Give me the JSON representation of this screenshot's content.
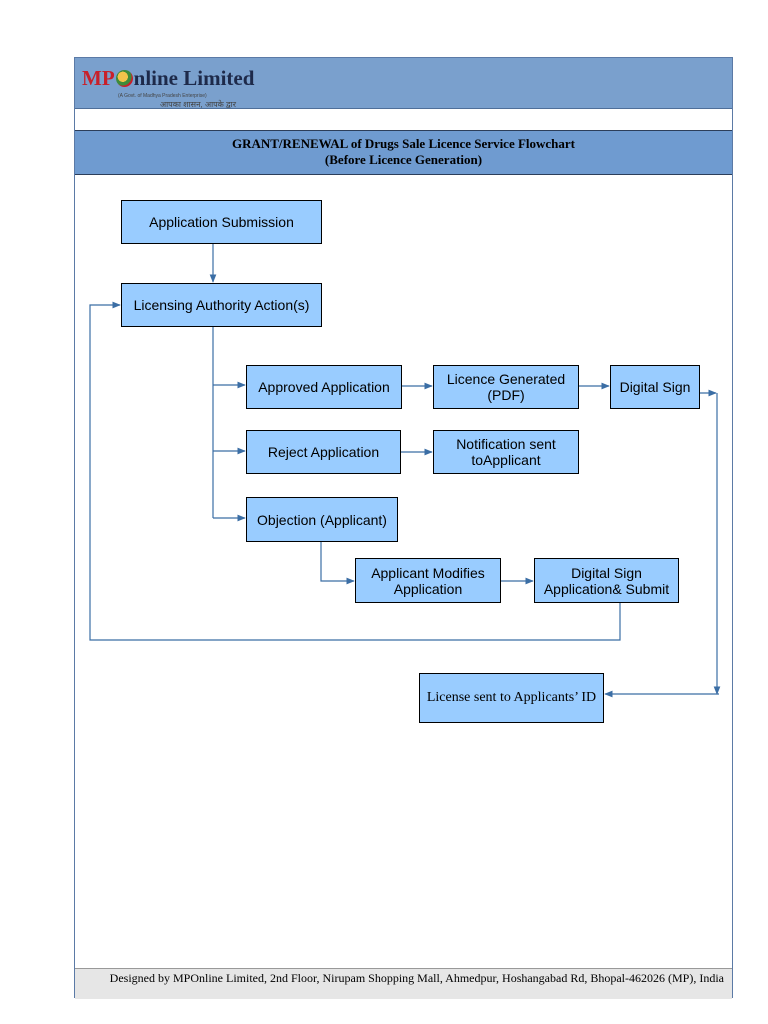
{
  "header": {
    "logo": {
      "mp": "MP",
      "rest": "nline Limited",
      "tagline_small": "(A Govt. of Madhya Pradesh Enterprise)",
      "tagline_hindi": "आपका शासन, आपके द्वार"
    }
  },
  "title": {
    "line1": "GRANT/RENEWAL of Drugs Sale Licence Service Flowchart",
    "line2": "(Before Licence Generation)"
  },
  "nodes": {
    "application_submission": "Application Submission",
    "licensing_authority": "Licensing Authority Action(s)",
    "approved_application": "Approved Application",
    "licence_generated": "Licence Generated (PDF)",
    "digital_sign": "Digital Sign",
    "reject_application": "Reject Application",
    "notification_sent": "Notification sent toApplicant",
    "objection": "Objection (Applicant)",
    "applicant_modifies": "Applicant Modifies Application",
    "digital_sign_submit": "Digital Sign Application& Submit",
    "license_sent": "License sent to Applicants’ ID"
  },
  "footer": {
    "text": "Designed by MPOnline Limited, 2nd Floor, Nirupam Shopping Mall, Ahmedpur, Hoshangabad Rd, Bhopal-462026 (MP), India"
  },
  "colors": {
    "header_band": "#7aa0cd",
    "title_band": "#6f9bd0",
    "node_fill": "#99ccff",
    "connector": "#3b6ea5"
  }
}
